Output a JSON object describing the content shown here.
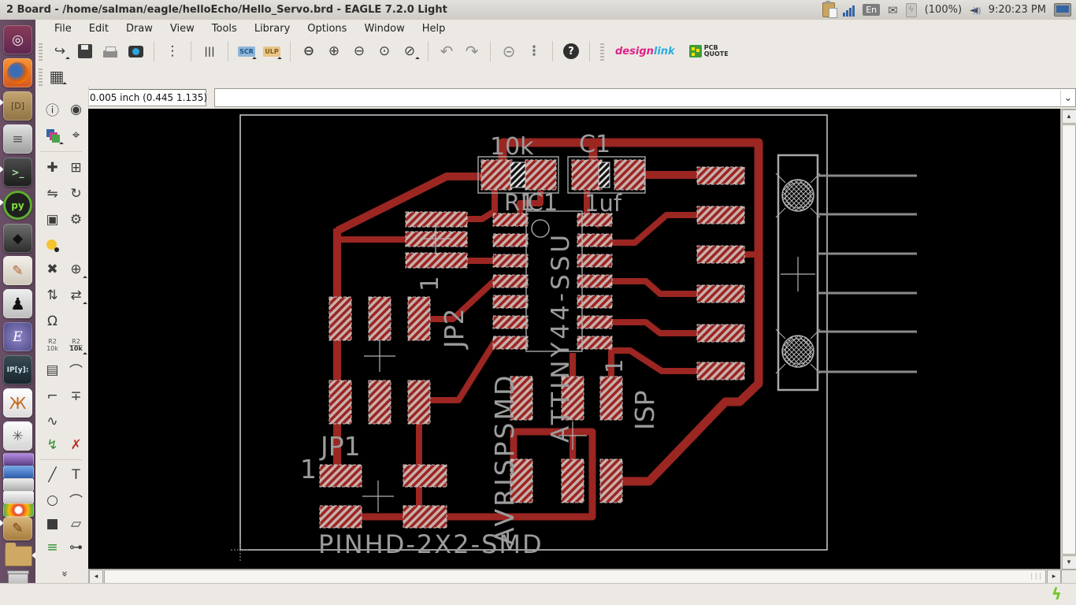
{
  "titlebar": {
    "title": "2 Board - /home/salman/eagle/helloEcho/Hello_Servo.brd - EAGLE 7.2.0 Light",
    "tray": {
      "keyboard_layout": "En",
      "battery_percent": "(100%)",
      "clock": "9:20:23 PM"
    }
  },
  "menubar": {
    "items": [
      "File",
      "Edit",
      "Draw",
      "View",
      "Tools",
      "Library",
      "Options",
      "Window",
      "Help"
    ]
  },
  "toolbar": {
    "scr_label": "SCR",
    "ulp_label": "ULP",
    "designlink": {
      "part1": "design",
      "part2": "link"
    },
    "pcbquote": {
      "line1": "PCB",
      "line2": "QUOTE"
    },
    "icons": {
      "open": "↪",
      "board_nav": "⋮",
      "columns": "|||",
      "zoom_fit": "⊖",
      "zoom_in": "⊕",
      "zoom_out": "⊖",
      "zoom_select": "⊙",
      "zoom_redraw": "⊘",
      "undo": "↶",
      "redo": "↷",
      "stop": "⊝",
      "go": "⋮",
      "help": "?",
      "grid": "▦"
    }
  },
  "command_bar": {
    "coordinates": "0.005 inch (0.445 1.135)",
    "command_value": "",
    "dropdown": "⌄"
  },
  "palette": {
    "tools": [
      {
        "name": "info",
        "glyph": "ⓘ"
      },
      {
        "name": "show",
        "glyph": "◉"
      },
      {
        "name": "mark",
        "glyph": "⌖"
      },
      {
        "name": "move",
        "glyph": "✚"
      },
      {
        "name": "copy",
        "glyph": "⊞"
      },
      {
        "name": "mirror",
        "glyph": "⇋"
      },
      {
        "name": "rotate",
        "glyph": "↻"
      },
      {
        "name": "group",
        "glyph": "▣"
      },
      {
        "name": "change",
        "glyph": "⚙"
      },
      {
        "name": "delete",
        "glyph": "✖"
      },
      {
        "name": "add",
        "glyph": "⊕"
      },
      {
        "name": "pinswap",
        "glyph": "⇅"
      },
      {
        "name": "replace",
        "glyph": "⇄"
      },
      {
        "name": "lock",
        "glyph": "Ω"
      },
      {
        "name": "smash",
        "glyph": "▤"
      },
      {
        "name": "miter",
        "glyph": "⌒"
      },
      {
        "name": "miter2",
        "glyph": "⌐"
      },
      {
        "name": "split",
        "glyph": "∓"
      },
      {
        "name": "meander",
        "glyph": "∿"
      },
      {
        "name": "route",
        "glyph": "↯"
      },
      {
        "name": "ripup",
        "glyph": "✗"
      },
      {
        "name": "wire",
        "glyph": "╱"
      },
      {
        "name": "text",
        "glyph": "T"
      },
      {
        "name": "circle",
        "glyph": "○"
      },
      {
        "name": "arc",
        "glyph": "⌒"
      },
      {
        "name": "rect",
        "glyph": "■"
      },
      {
        "name": "polygon",
        "glyph": "▱"
      },
      {
        "name": "via",
        "glyph": "≡"
      },
      {
        "name": "signal",
        "glyph": "⊶"
      }
    ],
    "name_badge": {
      "top": "R2",
      "bottom": "10k"
    },
    "value_badge": {
      "top": "R2",
      "bottom": "10k"
    },
    "more": "»"
  },
  "launcher": {
    "items": [
      {
        "name": "ubuntu-dash",
        "glyph": "◎"
      },
      {
        "name": "firefox",
        "glyph": ""
      },
      {
        "name": "folder-d",
        "glyph": "[D]"
      },
      {
        "name": "file-cabinet",
        "glyph": "≡"
      },
      {
        "name": "terminal",
        "glyph": ">_"
      },
      {
        "name": "pycharm",
        "glyph": "py"
      },
      {
        "name": "inkscape",
        "glyph": "◆"
      },
      {
        "name": "pinta",
        "glyph": "✎"
      },
      {
        "name": "tux-game",
        "glyph": "♟"
      },
      {
        "name": "emacs",
        "glyph": "E"
      },
      {
        "name": "ipython",
        "glyph": "IP[y]:"
      },
      {
        "name": "butterfly",
        "glyph": "Ж"
      },
      {
        "name": "web-tool",
        "glyph": "✳"
      },
      {
        "name": "drawing-board",
        "glyph": "✎"
      }
    ]
  },
  "canvas": {
    "labels": {
      "r1_value": "10k",
      "c1_name": "C1",
      "r1_name": "R1",
      "ic1_name": "IC1",
      "c1_value": "1uf",
      "ic1_value": "ATTINY44-SSU",
      "jp2_name": "JP2",
      "jp2_pin1": "1",
      "avrisp_value": "AVRISPSMD",
      "isp_name": "ISP",
      "isp_pin1": "1",
      "jp1_name": "JP1",
      "jp1_pin1": "1",
      "jp1_value": "PINHD-2X2-SMD"
    }
  },
  "colors": {
    "trace_red": "#9b2622",
    "pad_bg": "#c9b2ae",
    "silkscreen_gray": "#b4b4b4",
    "label_gray": "#9c9c9c",
    "canvas_bg": "#000000",
    "launcher_purple": "#634862",
    "chrome_bg": "#ece9e4",
    "accent_blue": "#2aa5e0",
    "bolt_green": "#73c92d"
  }
}
